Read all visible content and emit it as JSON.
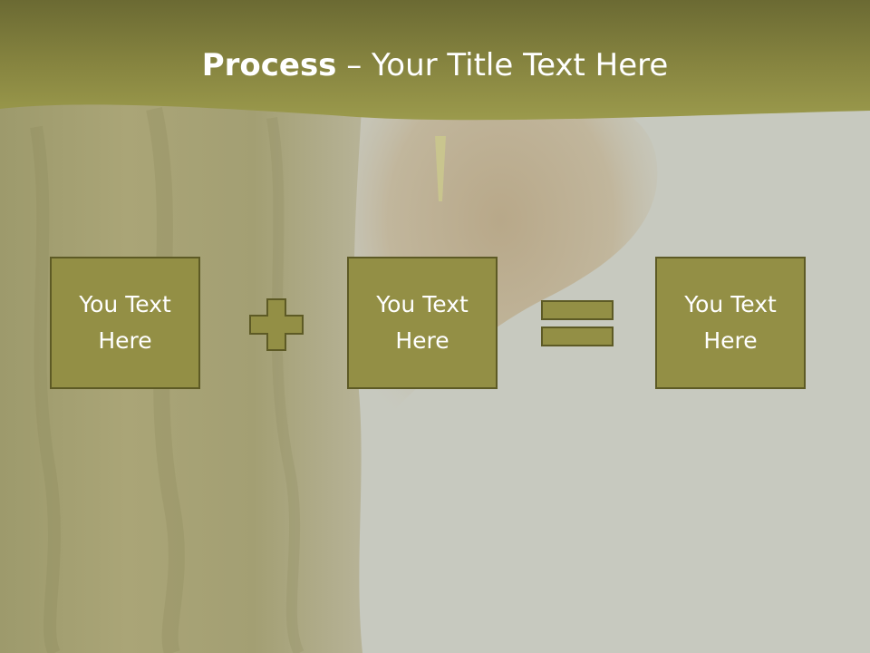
{
  "slide": {
    "title_bold": "Process",
    "title_rest": " – Your Title Text Here",
    "boxes": [
      {
        "text": "You Text Here"
      },
      {
        "text": "You Text Here"
      },
      {
        "text": "You Text Here"
      }
    ],
    "operators": [
      "plus-icon",
      "equals-icon"
    ],
    "colors": {
      "box_fill": "#938f45",
      "box_border": "#5d5a25",
      "banner": "#8c8a3c",
      "background": "#c6c8bd"
    }
  }
}
